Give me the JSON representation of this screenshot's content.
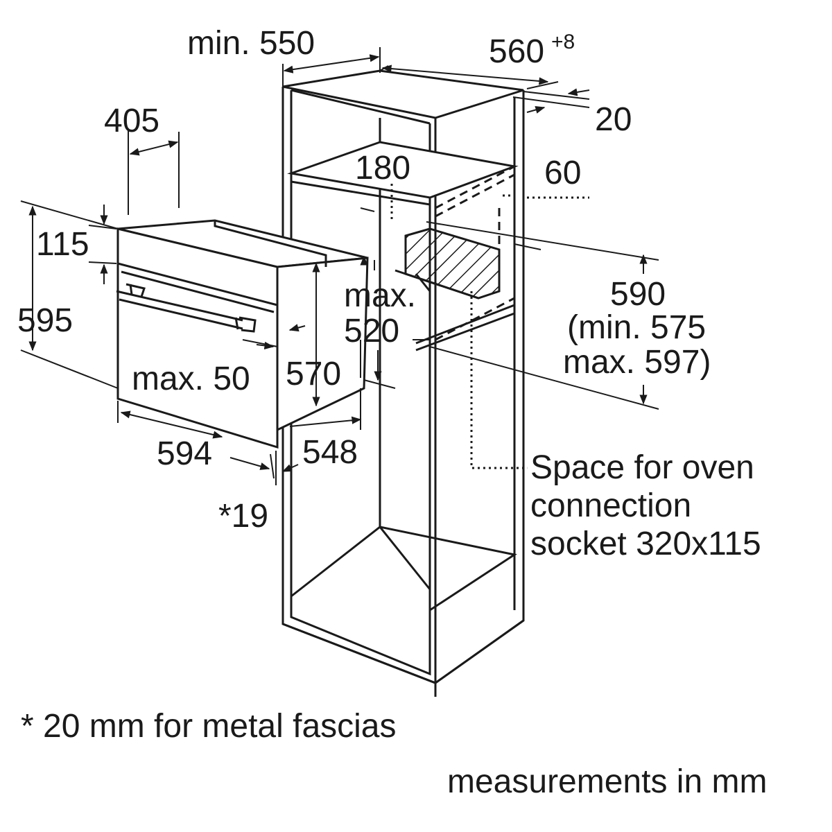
{
  "labels": {
    "min_550": "min. 550",
    "d560": "560",
    "d560_sup": "+8",
    "d20": "20",
    "d405": "405",
    "d180": "180",
    "d60": "60",
    "d115": "115",
    "d595": "595",
    "max_520_a": "max.",
    "max_520_b": "520",
    "d590": "590",
    "d590_min": "(min. 575",
    "d590_max": "max. 597)",
    "max_50": "max. 50",
    "d570": "570",
    "d594": "594",
    "d548": "548",
    "star19": "*19",
    "socket_1": "Space for oven",
    "socket_2": "connection",
    "socket_3": "socket 320x115"
  },
  "footnote": "* 20 mm for metal fascias",
  "units_note": "measurements in mm"
}
